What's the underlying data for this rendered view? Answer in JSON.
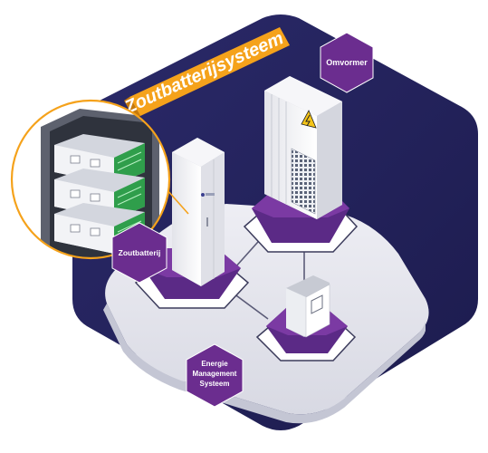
{
  "title": "Zoutbatterijsysteem",
  "labels": {
    "omvormer": "Omvormer",
    "zoutbatterij": "Zoutbatterij",
    "ems_line1": "Energie",
    "ems_line2": "Management",
    "ems_line3": "Systeem"
  },
  "icons": {
    "inverter": "high-voltage-warning-icon",
    "battery_cabinet": "battery-cabinet-icon",
    "ems": "energy-management-controller-icon"
  },
  "colors": {
    "navy": "#23225a",
    "purple": "#6b2d8f",
    "orange": "#f5a21b",
    "floor": "#e5e6ee",
    "white": "#ffffff"
  }
}
